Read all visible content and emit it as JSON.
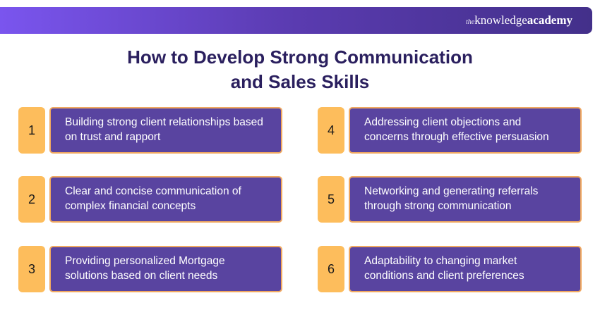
{
  "brand": {
    "prefix": "the",
    "name": "knowledge",
    "suffix": "academy"
  },
  "title": {
    "line1": "How to Develop Strong Communication",
    "line2": "and Sales Skills"
  },
  "items": [
    {
      "number": "1",
      "text": "Building strong client relationships based on trust and rapport"
    },
    {
      "number": "2",
      "text": "Clear and concise communication of complex financial concepts"
    },
    {
      "number": "3",
      "text": "Providing personalized Mortgage solutions based on client needs"
    },
    {
      "number": "4",
      "text": "Addressing client objections and concerns through effective persuasion"
    },
    {
      "number": "5",
      "text": "Networking and generating referrals through strong communication"
    },
    {
      "number": "6",
      "text": "Adaptability to changing market conditions and client preferences"
    }
  ]
}
